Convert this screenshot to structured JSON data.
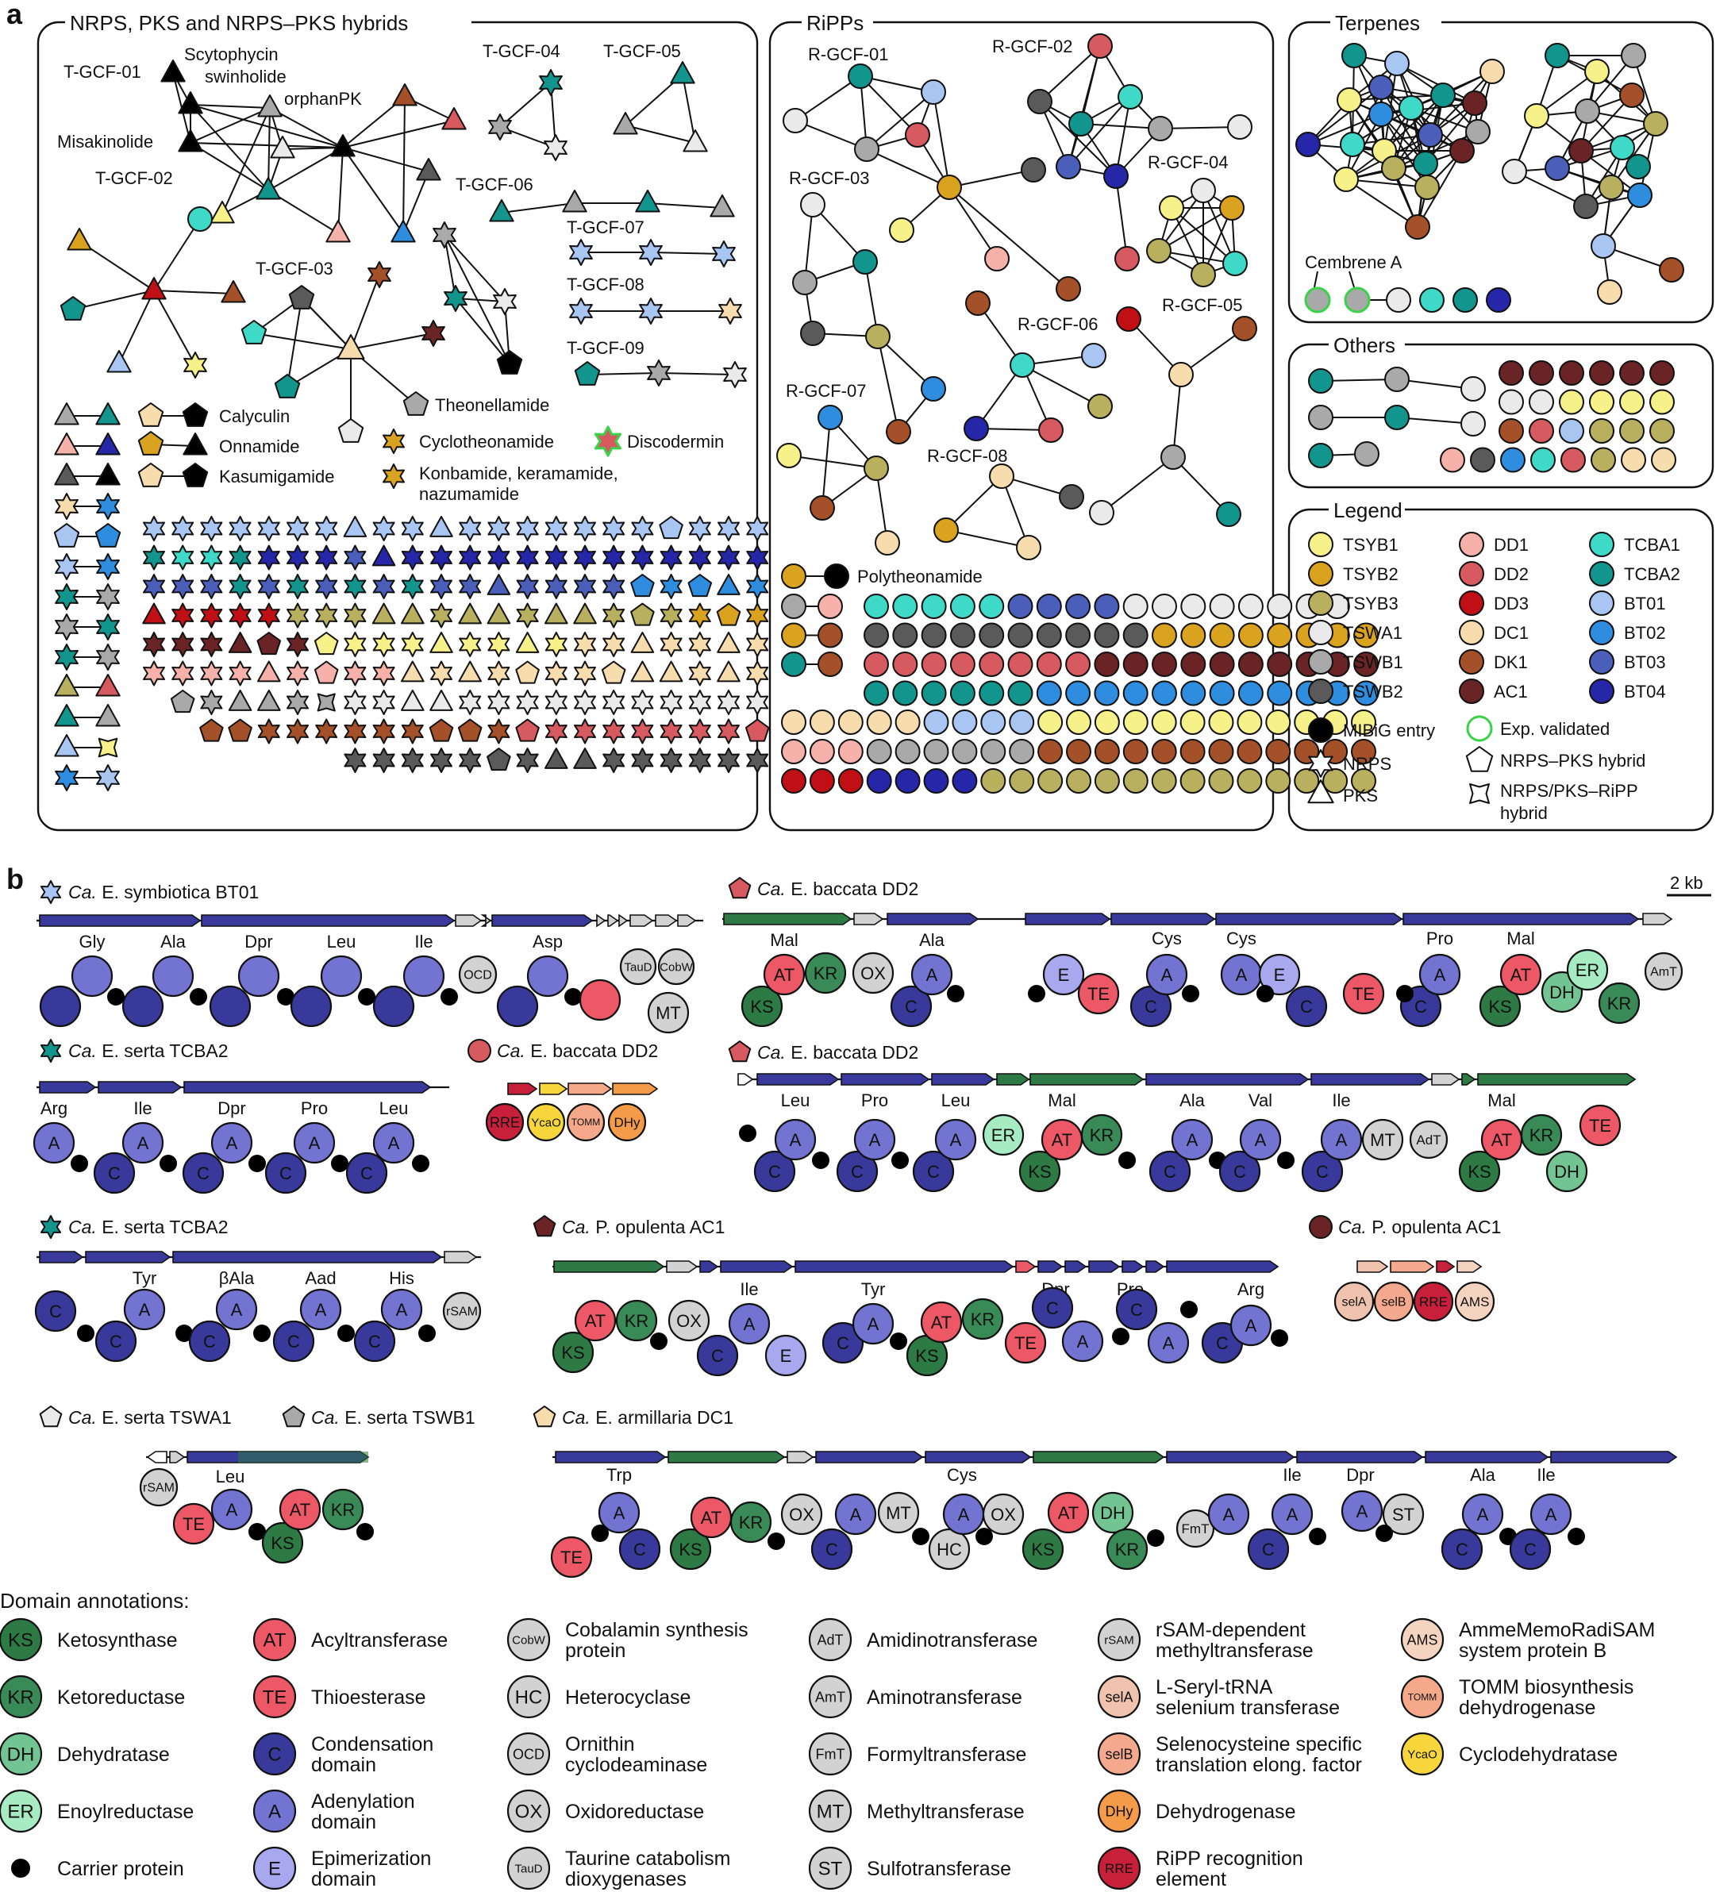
{
  "colors": {
    "TSYB1": "#f6f189",
    "TSYB2": "#d9a21f",
    "TSYB3": "#b9b05f",
    "TSWA1": "#eaeaea",
    "TSWB1": "#a9a9a9",
    "TSWB2": "#5a5a5a",
    "DD1": "#f6b1aa",
    "DD2": "#d65a5f",
    "DD3": "#c01016",
    "DC1": "#f7dcae",
    "DK1": "#a4512a",
    "AC1": "#6b2426",
    "TCBA1": "#3fd9c8",
    "TCBA2": "#12958d",
    "BT01": "#a9c5f2",
    "BT02": "#2f8de0",
    "BT03": "#4b5fba",
    "BT04": "#2626a8",
    "MIBiG": "#000000",
    "KS": "#2e7a44",
    "KR": "#3a8a57",
    "DH": "#73c493",
    "ER": "#a6ebc1",
    "AT": "#ec5865",
    "TE": "#ec5865",
    "C": "#39399c",
    "A": "#7373d2",
    "E": "#a8a8ee",
    "grey": "#d2d2d2",
    "RRE": "#c8203a",
    "DHy": "#f49b4a",
    "TOMM": "#f6a98a",
    "YcaO": "#f7d63c",
    "selA": "#efc3ad",
    "selB": "#f4a98e",
    "AMS": "#f4d4c0"
  },
  "panel_a": {
    "label": "a",
    "boxes": {
      "nrps": "NRPS, PKS and NRPS–PKS hybrids",
      "ripps": "RiPPs",
      "terpenes": "Terpenes",
      "others": "Others",
      "legend": "Legend"
    },
    "tgcf_labels": [
      "T-GCF-01",
      "T-GCF-02",
      "T-GCF-03",
      "T-GCF-04",
      "T-GCF-05",
      "T-GCF-06",
      "T-GCF-07",
      "T-GCF-08",
      "T-GCF-09"
    ],
    "rgcf_labels": [
      "R-GCF-01",
      "R-GCF-02",
      "R-GCF-03",
      "R-GCF-04",
      "R-GCF-05",
      "R-GCF-06",
      "R-GCF-07",
      "R-GCF-08"
    ],
    "compounds": {
      "scytophycin": "Scytophycin",
      "swinholide": "swinholide",
      "orphanpk": "orphanPK",
      "misakinolide": "Misakinolide",
      "theonellamide": "Theonellamide",
      "calyculin": "Calyculin",
      "onnamide": "Onnamide",
      "kasumigamide": "Kasumigamide",
      "cyclotheonamide": "Cyclotheonamide",
      "discodermin": "Discodermin",
      "konbamide1": "Konbamide, keramamide,",
      "konbamide2": "nazumamide",
      "polytheonamide": "Polytheonamide",
      "cembrene": "Cembrene A"
    },
    "legend": {
      "groups": [
        "TSYB1",
        "TSYB2",
        "TSYB3",
        "TSWA1",
        "TSWB1",
        "TSWB2",
        "DD1",
        "DD2",
        "DD3",
        "DC1",
        "DK1",
        "AC1",
        "TCBA1",
        "TCBA2",
        "BT01",
        "BT02",
        "BT03",
        "BT04"
      ],
      "mibig": "MIBiG entry",
      "exp": "Exp. validated",
      "nrps": "NRPS",
      "hybrid": "NRPS–PKS hybrid",
      "pks": "PKS",
      "ripp_hybrid_1": "NRPS/PKS–RiPP",
      "ripp_hybrid_2": "hybrid"
    }
  },
  "panel_b": {
    "label": "b",
    "scale": "2 kb",
    "organisms": [
      {
        "prefix": "Ca.",
        "name": "E. symbiotica BT01"
      },
      {
        "prefix": "Ca.",
        "name": "E. baccata DD2"
      },
      {
        "prefix": "Ca.",
        "name": "E. serta TCBA2"
      },
      {
        "prefix": "Ca.",
        "name": "E. baccata DD2"
      },
      {
        "prefix": "Ca.",
        "name": "E. baccata DD2"
      },
      {
        "prefix": "Ca.",
        "name": "E. serta TCBA2"
      },
      {
        "prefix": "Ca.",
        "name": "P. opulenta AC1"
      },
      {
        "prefix": "Ca.",
        "name": "P. opulenta AC1"
      },
      {
        "prefix": "Ca.",
        "name": "E. serta TSWA1"
      },
      {
        "prefix": "Ca.",
        "name": "E. serta TSWB1"
      },
      {
        "prefix": "Ca.",
        "name": "E. armillaria DC1"
      }
    ]
  },
  "domain_annotations": {
    "title": "Domain annotations:",
    "items": [
      {
        "abbr": "KS",
        "label": "Ketosynthase"
      },
      {
        "abbr": "KR",
        "label": "Ketoreductase"
      },
      {
        "abbr": "DH",
        "label": "Dehydratase"
      },
      {
        "abbr": "ER",
        "label": "Enoylreductase"
      },
      {
        "abbr": "",
        "label": "Carrier protein"
      },
      {
        "abbr": "AT",
        "label": "Acyltransferase"
      },
      {
        "abbr": "TE",
        "label": "Thioesterase"
      },
      {
        "abbr": "C",
        "label": "Condensation|domain"
      },
      {
        "abbr": "A",
        "label": "Adenylation|domain"
      },
      {
        "abbr": "E",
        "label": "Epimerization|domain"
      },
      {
        "abbr": "CobW",
        "label": "Cobalamin synthesis|protein"
      },
      {
        "abbr": "HC",
        "label": "Heterocyclase"
      },
      {
        "abbr": "OCD",
        "label": "Ornithin|cyclodeaminase"
      },
      {
        "abbr": "OX",
        "label": "Oxidoreductase"
      },
      {
        "abbr": "TauD",
        "label": "Taurine catabolism|dioxygenases"
      },
      {
        "abbr": "AdT",
        "label": "Amidinotransferase"
      },
      {
        "abbr": "AmT",
        "label": "Aminotransferase"
      },
      {
        "abbr": "FmT",
        "label": "Formyltransferase"
      },
      {
        "abbr": "MT",
        "label": "Methyltransferase"
      },
      {
        "abbr": "ST",
        "label": "Sulfotransferase"
      },
      {
        "abbr": "rSAM",
        "label": "rSAM-dependent|methyltransferase"
      },
      {
        "abbr": "selA",
        "label": "L-Seryl-tRNA|selenium transferase"
      },
      {
        "abbr": "selB",
        "label": "Selenocysteine specific|translation elong. factor"
      },
      {
        "abbr": "DHy",
        "label": "Dehydrogenase"
      },
      {
        "abbr": "RRE",
        "label": "RiPP recognition|element"
      },
      {
        "abbr": "AMS",
        "label": "AmmeMemoRadiSAM|system protein B"
      },
      {
        "abbr": "TOMM",
        "label": "TOMM biosynthesis|dehydrogenase"
      },
      {
        "abbr": "YcaO",
        "label": "Cyclodehydratase"
      }
    ]
  }
}
